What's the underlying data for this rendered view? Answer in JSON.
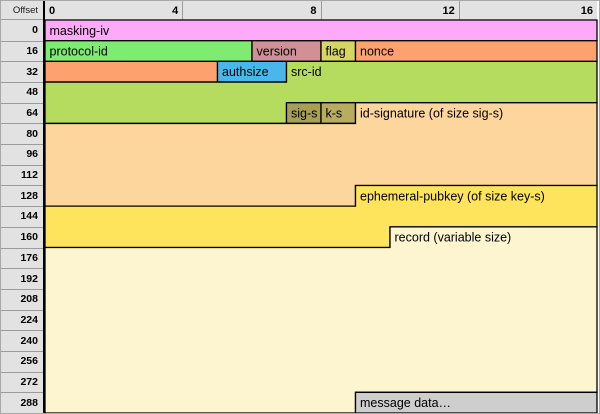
{
  "diagram": {
    "offset_header": "Offset",
    "column_labels": [
      "0",
      "4",
      "8",
      "12",
      "16"
    ],
    "row_offsets": [
      "0",
      "16",
      "32",
      "48",
      "64",
      "80",
      "96",
      "112",
      "128",
      "144",
      "160",
      "176",
      "192",
      "208",
      "224",
      "240",
      "256",
      "272",
      "288"
    ],
    "bytes_per_row": 16,
    "total_rows": 19,
    "colors": {
      "header_bg": "#e2e2e2",
      "cell_divider": "#9b9b9b",
      "field_border": "#000000",
      "outer_border": "#a9a9a9"
    },
    "fields": [
      {
        "name": "masking-iv",
        "label": "masking-iv",
        "start": 0,
        "end": 16,
        "color": "#fdaaf8"
      },
      {
        "name": "protocol-id",
        "label": "protocol-id",
        "start": 16,
        "end": 22,
        "color": "#7dec70"
      },
      {
        "name": "version",
        "label": "version",
        "start": 22,
        "end": 24,
        "color": "#d09095"
      },
      {
        "name": "flag",
        "label": "flag",
        "start": 24,
        "end": 25,
        "color": "#d7d563"
      },
      {
        "name": "nonce",
        "label": "nonce",
        "start": 25,
        "end": 37,
        "color": "#fda26e"
      },
      {
        "name": "authsize",
        "label": "authsize",
        "start": 37,
        "end": 39,
        "color": "#4ab7e9"
      },
      {
        "name": "src-id",
        "label": "src-id",
        "start": 39,
        "end": 71,
        "color": "#b5dc5e"
      },
      {
        "name": "sig-s",
        "label": "sig-s",
        "start": 71,
        "end": 72,
        "color": "#a89e55"
      },
      {
        "name": "k-s",
        "label": "k-s",
        "start": 72,
        "end": 73,
        "color": "#b7ac60"
      },
      {
        "name": "id-signature",
        "label": "id-signature (of size sig-s)",
        "start": 73,
        "end": 137,
        "color": "#fdd69e"
      },
      {
        "name": "ephemeral-pubkey",
        "label": "ephemeral-pubkey (of size key-s)",
        "start": 137,
        "end": 170,
        "color": "#fde45c"
      },
      {
        "name": "record",
        "label": "record (variable size)",
        "start": 170,
        "end": 297,
        "color": "#fcf5cf"
      },
      {
        "name": "message-data",
        "label": "message data…",
        "start": 297,
        "end": 304,
        "color": "#cecece"
      }
    ]
  }
}
